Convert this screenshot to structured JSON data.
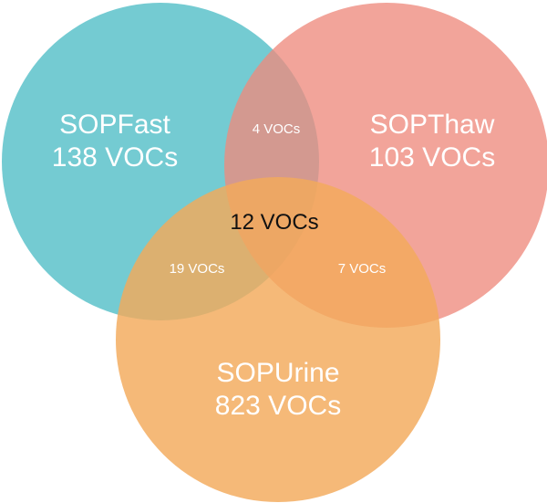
{
  "colors": {
    "sopfast": "#5cc2ca",
    "sopthaw": "#ee8a7e",
    "sopurine": "#f3a95a"
  },
  "sets": {
    "sopfast": {
      "name": "SOPFast",
      "count": "138 VOCs"
    },
    "sopthaw": {
      "name": "SOPThaw",
      "count": "103 VOCs"
    },
    "sopurine": {
      "name": "SOPUrine",
      "count": "823 VOCs"
    }
  },
  "intersections": {
    "fast_thaw": "4 VOCs",
    "fast_urine": "19 VOCs",
    "thaw_urine": "7 VOCs",
    "all_three": "12 VOCs"
  }
}
